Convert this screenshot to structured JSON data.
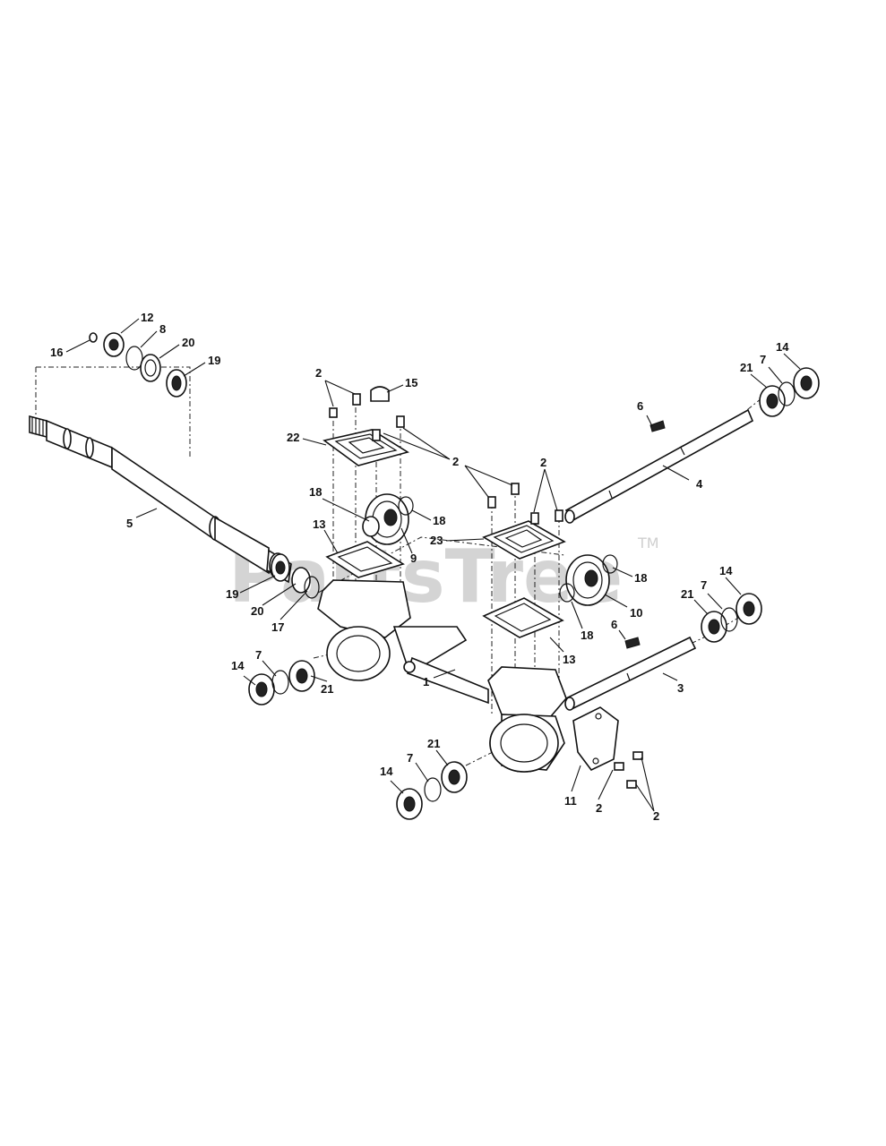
{
  "diagram": {
    "watermark": "PartsTree",
    "trademark": "TM",
    "callouts": [
      "1",
      "2",
      "3",
      "4",
      "5",
      "6",
      "7",
      "8",
      "9",
      "10",
      "11",
      "12",
      "13",
      "14",
      "15",
      "16",
      "17",
      "18",
      "19",
      "20",
      "21",
      "22",
      "23"
    ]
  }
}
